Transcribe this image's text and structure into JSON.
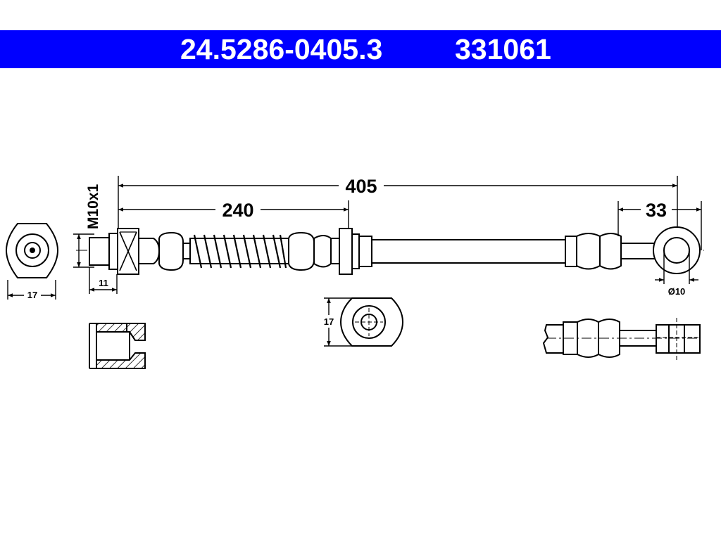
{
  "header": {
    "part_number": "24.5286-0405.3",
    "ref_number": "331061"
  },
  "dimensions": {
    "overall_length": "405",
    "partial_length": "240",
    "end_length": "33",
    "left_fitting_width": "17",
    "thread": "M10x1",
    "thread_length": "11",
    "clip_width": "17",
    "eye_diameter": "Ø10"
  },
  "colors": {
    "header_background": "#0000ff",
    "header_text": "#ffffff",
    "line": "#000000"
  }
}
